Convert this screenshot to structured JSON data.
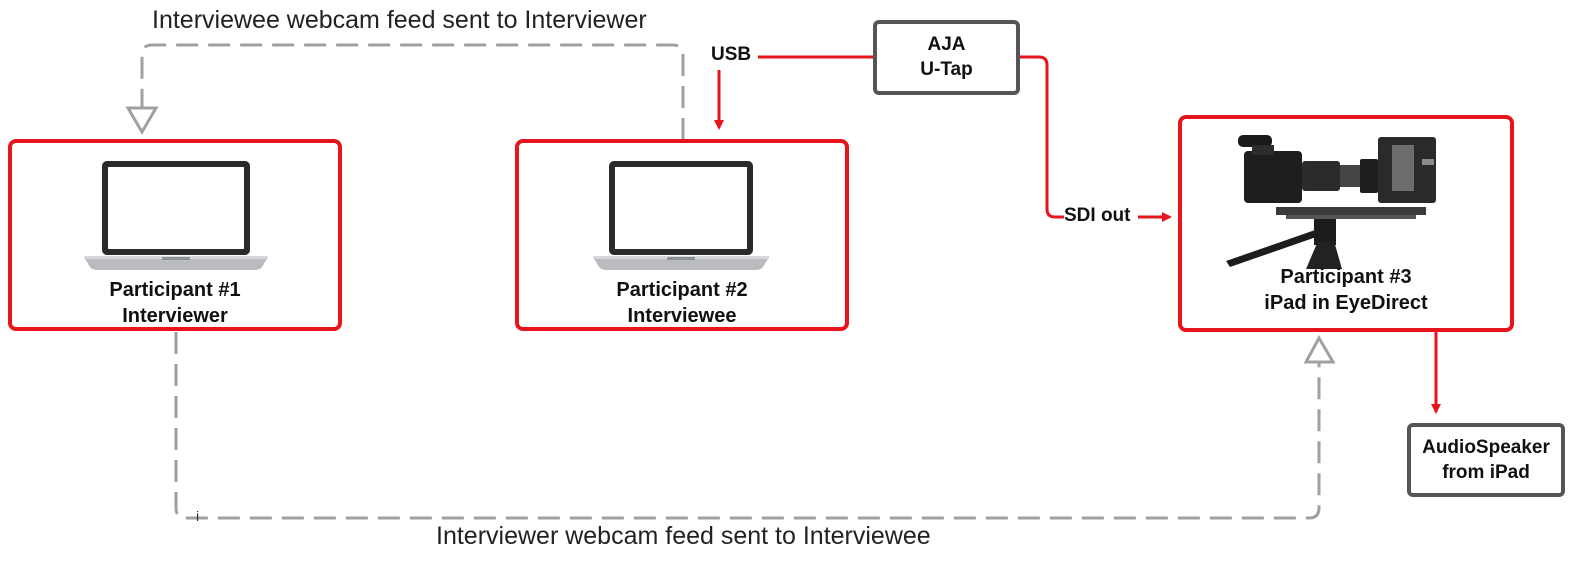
{
  "captions": {
    "top": "Interviewee webcam feed sent to Interviewer",
    "bottom": "Interviewer webcam feed sent to Interviewee"
  },
  "nodes": {
    "participant1": {
      "line1": "Participant #1",
      "line2": "Interviewer"
    },
    "participant2": {
      "line1": "Participant #2",
      "line2": "Interviewee"
    },
    "participant3": {
      "line1": "Participant #3",
      "line2": "iPad in EyeDirect"
    },
    "aja": {
      "line1": "AJA",
      "line2": "U-Tap"
    },
    "speaker": {
      "line1": "AudioSpeaker",
      "line2": "from iPad"
    }
  },
  "connectors": {
    "usb": "USB",
    "sdi": "SDI out",
    "stray_mark": "i"
  },
  "colors": {
    "red": "#e8141c",
    "gray_dash": "#a0a0a0",
    "box_gray": "#555555"
  },
  "icons": [
    "laptop-icon",
    "laptop-icon",
    "camera-rig-icon"
  ]
}
